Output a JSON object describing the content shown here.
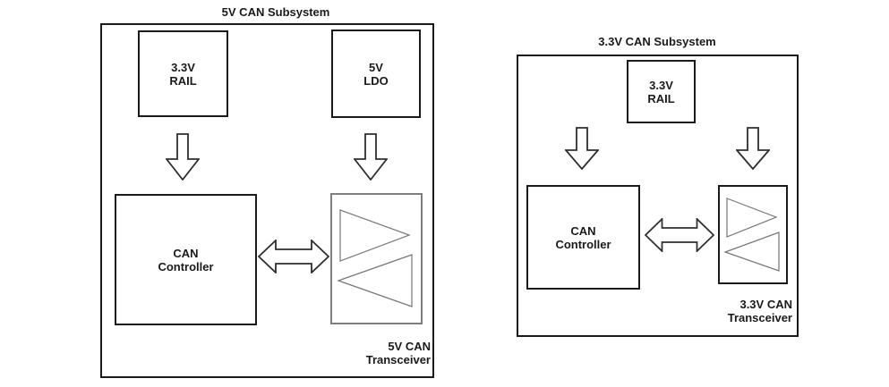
{
  "figure": {
    "left_subsystem": {
      "title": "5V CAN Subsystem",
      "rail_box_label": "3.3V\nRAIL",
      "ldo_box_label": "5V\nLDO",
      "controller_box_label": "CAN\nController",
      "transceiver_label": "5V CAN\nTransceiver"
    },
    "right_subsystem": {
      "title": "3.3V CAN Subsystem",
      "rail_box_label": "3.3V\nRAIL",
      "controller_box_label": "CAN\nController",
      "transceiver_label": "3.3V CAN\nTransceiver"
    }
  },
  "colors": {
    "background": "#ffffff",
    "text": "#1a1a1a",
    "line_dark": "#1b1b1b",
    "line_gray": "#7e7e7e",
    "triangle_gray": "#757575",
    "arrow_stroke": "#2e2e2e",
    "arrow_fill": "#ffffff"
  }
}
